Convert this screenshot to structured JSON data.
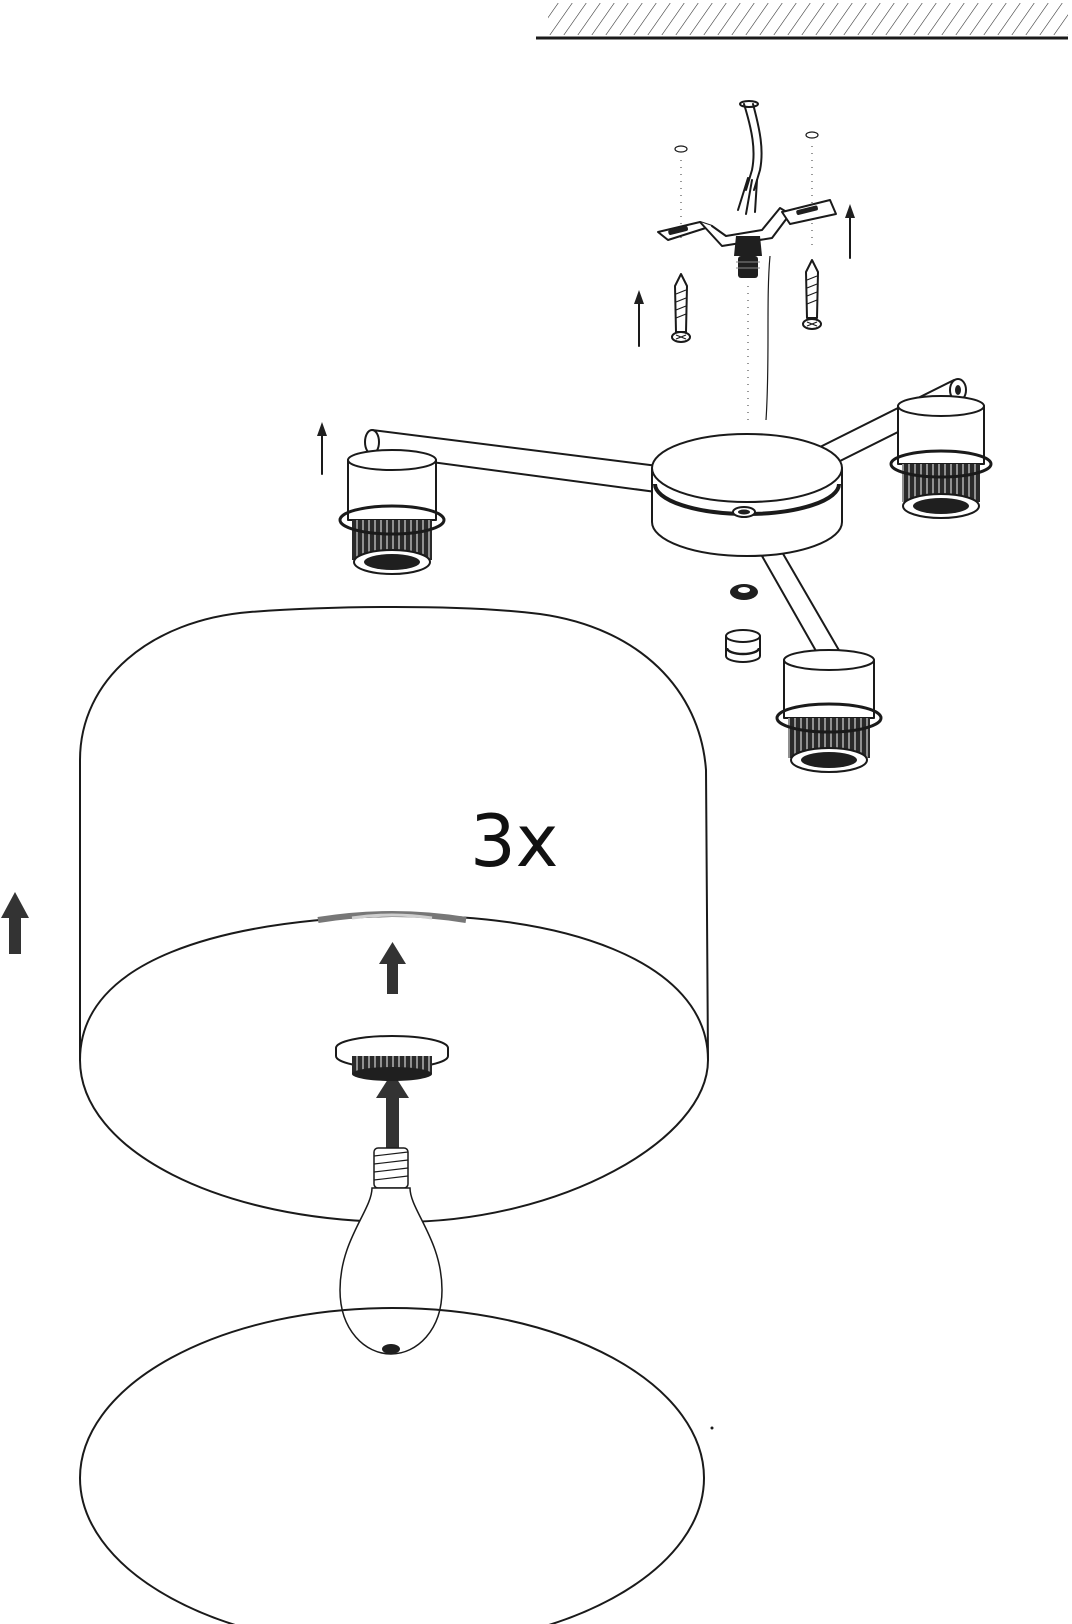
{
  "instruction": {
    "quantity_label": "3x"
  },
  "colors": {
    "line": "#1a1a1a",
    "background": "#ffffff",
    "arrow": "#333333"
  },
  "icons": [
    "ceiling-hatch",
    "power-cable",
    "mounting-bracket",
    "screw",
    "arrow-up",
    "canopy",
    "lamp-socket",
    "fastening-nut",
    "lamp-shade",
    "shade-ring",
    "light-bulb",
    "diffuser-disc"
  ]
}
